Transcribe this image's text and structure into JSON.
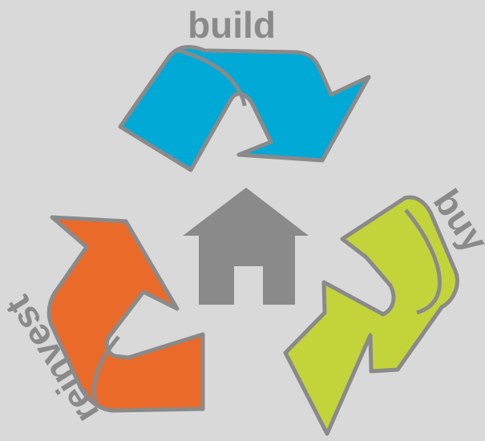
{
  "labels": {
    "build": "build",
    "buy": "buy",
    "reinvest": "reinvest"
  },
  "colors": {
    "background": "#d9d9d9",
    "outline": "#8a8a8a",
    "build": "#00a9d6",
    "buy": "#c3d43b",
    "reinvest": "#ea6a2a",
    "house": "#8a8a8a"
  },
  "icons": {
    "center": "house-icon",
    "cycle": "recycle-arrows"
  }
}
